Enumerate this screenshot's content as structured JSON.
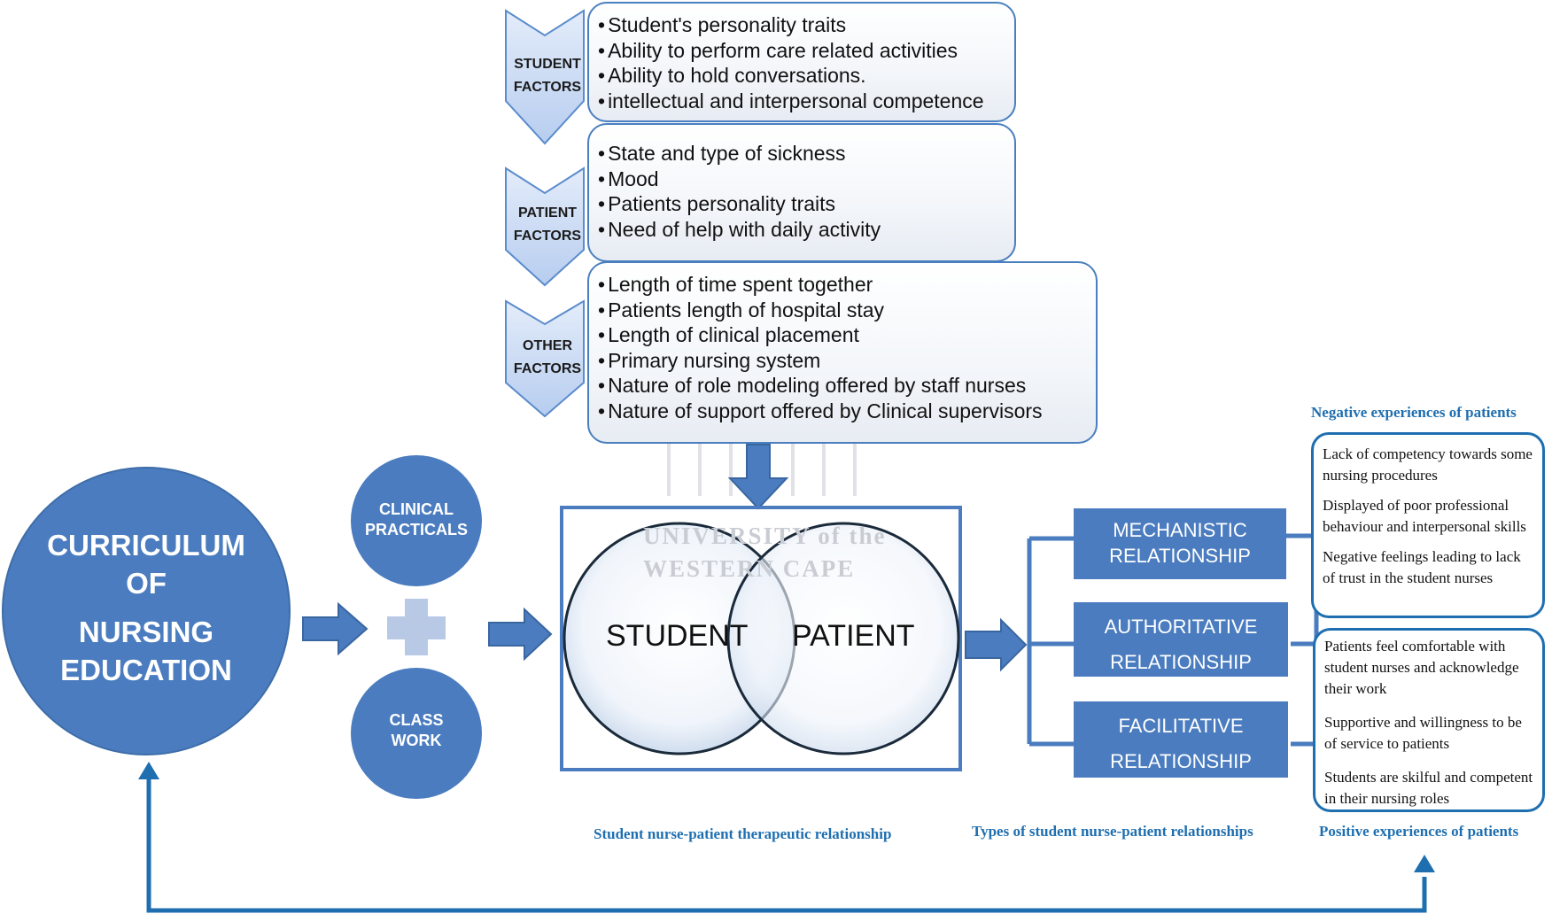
{
  "factors": [
    {
      "label_line1": "STUDENT",
      "label_line2": "FACTORS",
      "items": [
        "Student's personality traits",
        "Ability to perform care related activities",
        "Ability to hold conversations.",
        "intellectual and interpersonal competence"
      ]
    },
    {
      "label_line1": "PATIENT",
      "label_line2": "FACTORS",
      "items": [
        "State and type of sickness",
        "Mood",
        "Patients personality traits",
        "Need of help with daily activity"
      ]
    },
    {
      "label_line1": "OTHER",
      "label_line2": "FACTORS",
      "items": [
        "Length of time spent together",
        "Patients length of hospital stay",
        "Length of clinical placement",
        "Primary nursing system",
        "Nature of role modeling offered by staff nurses",
        "Nature of support offered by Clinical supervisors"
      ]
    }
  ],
  "curriculum": {
    "line1": "CURRICULUM",
    "line2": "OF",
    "line3": "NURSING",
    "line4": "EDUCATION"
  },
  "components": {
    "clinical_line1": "CLINICAL",
    "clinical_line2": "PRACTICALS",
    "class_line1": "CLASS",
    "class_line2": "WORK"
  },
  "venn": {
    "left": "STUDENT",
    "right": "PATIENT"
  },
  "watermark": {
    "line1": "UNIVERSITY of the",
    "line2": "WESTERN CAPE"
  },
  "relationships": [
    {
      "line1": "MECHANISTIC",
      "line2": "RELATIONSHIP"
    },
    {
      "line1": "AUTHORITATIVE",
      "line2": "RELATIONSHIP"
    },
    {
      "line1": "FACILITATIVE",
      "line2": "RELATIONSHIP"
    }
  ],
  "negative": {
    "title": "Negative experiences of patients",
    "items": [
      "Lack of competency towards some nursing procedures",
      "Displayed of poor professional behaviour and interpersonal skills",
      "Negative feelings leading to lack of trust in the student nurses"
    ]
  },
  "positive": {
    "title": "Positive experiences of patients",
    "items": [
      "Patients feel comfortable with student nurses and acknowledge their work",
      "Supportive and willingness to be of service to patients",
      "Students are skilful and competent in their nursing roles"
    ]
  },
  "captions": {
    "therapeutic": "Student nurse-patient therapeutic relationship",
    "types": "Types of student nurse-patient relationships"
  },
  "colors": {
    "primary": "#4a7cbf",
    "dark_blue": "#1f6fb0",
    "chevron": "#c6d9f4"
  }
}
